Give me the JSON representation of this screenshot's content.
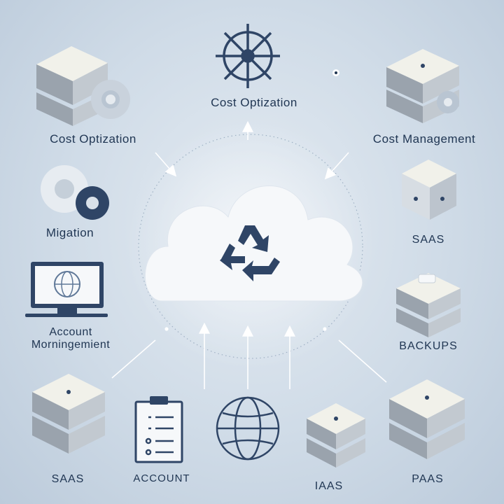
{
  "diagram": {
    "center": {
      "icon": "recycle-icon"
    },
    "nodes": [
      {
        "id": "top-center",
        "label": "Cost Optization",
        "icon": "ship-wheel-icon"
      },
      {
        "id": "top-left",
        "label": "Cost Optization",
        "icon": "server-gear-icon"
      },
      {
        "id": "top-right",
        "label": "Cost Management",
        "icon": "server-gear-icon"
      },
      {
        "id": "mid-left",
        "label": "Migation",
        "icon": "gears-icon"
      },
      {
        "id": "right-1",
        "label": "SAAS",
        "icon": "cube-icon"
      },
      {
        "id": "left-monitor",
        "label": "Account\nMorningemient",
        "icon": "monitor-globe-icon"
      },
      {
        "id": "right-2",
        "label": "BACKUPS",
        "icon": "server-stack-icon"
      },
      {
        "id": "bottom-1",
        "label": "SAAS",
        "icon": "server-stack-icon"
      },
      {
        "id": "bottom-2",
        "label": "ACCOUNT",
        "icon": "clipboard-icon"
      },
      {
        "id": "bottom-3",
        "label": "",
        "icon": "globe-icon"
      },
      {
        "id": "bottom-4",
        "label": "IAAS",
        "icon": "server-stack-icon"
      },
      {
        "id": "bottom-5",
        "label": "PAAS",
        "icon": "server-stack-icon"
      }
    ]
  },
  "colors": {
    "ink": "#1f3552",
    "cube-top": "#f1f1ea",
    "cube-left": "#9aa3ad",
    "cube-right": "#c2c9d0",
    "cloud": "#f6f8fa"
  }
}
